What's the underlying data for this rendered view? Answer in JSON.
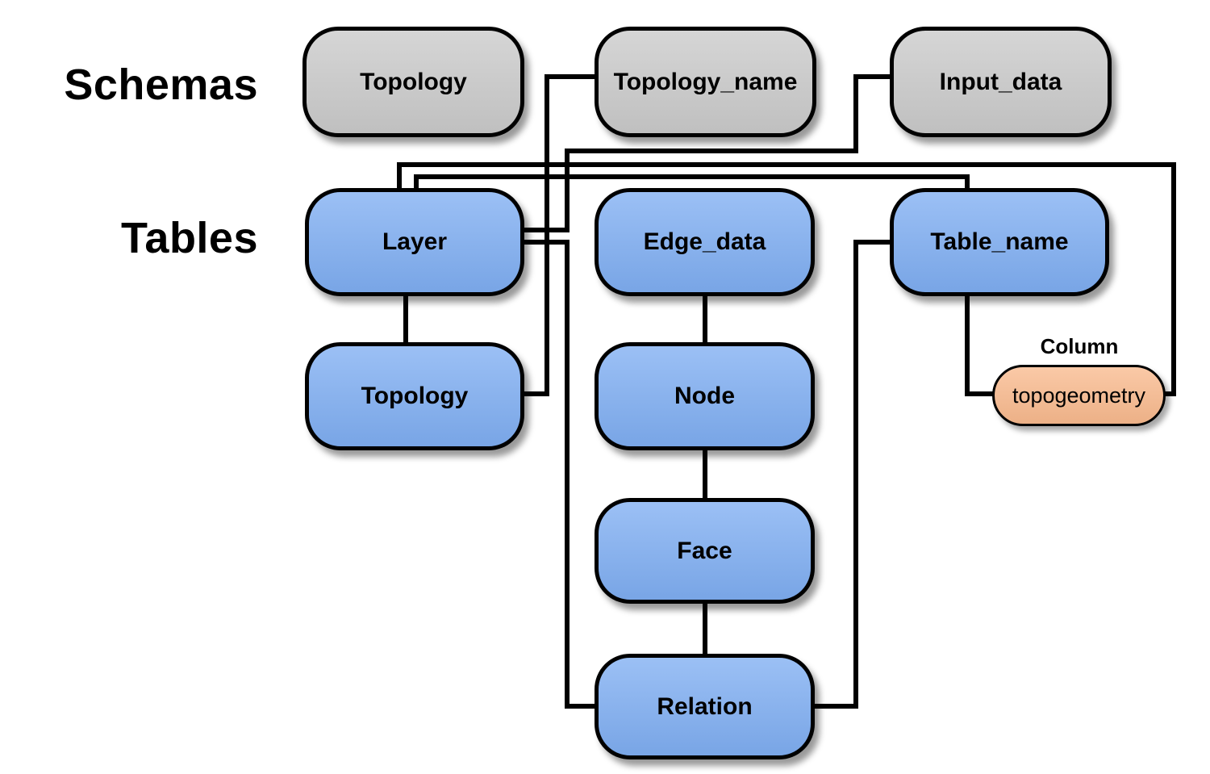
{
  "section_labels": {
    "schemas": "Schemas",
    "tables": "Tables",
    "column": "Column"
  },
  "schemas": [
    {
      "label": "Topology"
    },
    {
      "label": "Topology_name"
    },
    {
      "label": "Input_data"
    }
  ],
  "tables": [
    {
      "label": "Layer"
    },
    {
      "label": "Edge_data"
    },
    {
      "label": "Table_name"
    },
    {
      "label": "Topology"
    },
    {
      "label": "Node"
    },
    {
      "label": "Face"
    },
    {
      "label": "Relation"
    }
  ],
  "columns": [
    {
      "label": "topogeometry"
    }
  ],
  "edges": [
    {
      "from": "Topology_name (schema)",
      "to": "Topology (table)"
    },
    {
      "from": "Input_data (schema)",
      "to": "Layer (table)"
    },
    {
      "from": "Layer (table)",
      "to": "Topology (table)"
    },
    {
      "from": "Layer (table)",
      "to": "Table_name (table)"
    },
    {
      "from": "Layer (table)",
      "to": "topogeometry (column)"
    },
    {
      "from": "Layer (table)",
      "to": "Relation (table)"
    },
    {
      "from": "Edge_data (table)",
      "to": "Node (table)"
    },
    {
      "from": "Node (table)",
      "to": "Face (table)"
    },
    {
      "from": "Face (table)",
      "to": "Relation (table)"
    },
    {
      "from": "Table_name (table)",
      "to": "Relation (table)"
    },
    {
      "from": "Table_name (table)",
      "to": "topogeometry (column)"
    }
  ],
  "colors": {
    "schema_fill": "#CACACA",
    "table_fill": "#7FAEF2",
    "column_fill": "#F9BA8E",
    "line": "#000000",
    "text": "#000000",
    "background": "#FFFFFF"
  }
}
